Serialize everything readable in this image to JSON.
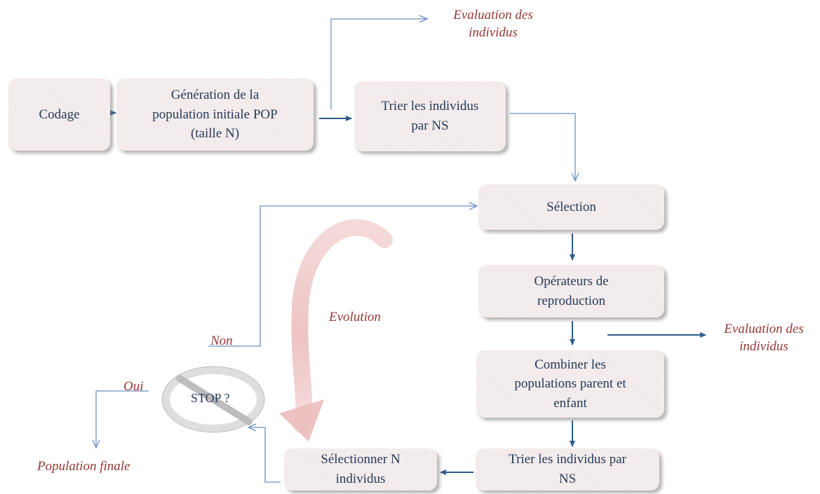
{
  "boxes": {
    "codage": "Codage",
    "generation": [
      "Génération de la",
      "population initiale POP",
      "(taille N)"
    ],
    "trier1": [
      "Trier les individus",
      "par NS"
    ],
    "selection": "Sélection",
    "operateurs": [
      "Opérateurs de",
      "reproduction"
    ],
    "combiner": [
      "Combiner les",
      "populations parent et",
      "enfant"
    ],
    "trier2": [
      "Trier les individus par",
      "NS"
    ],
    "selectionner": [
      "Sélectionner N",
      "individus"
    ]
  },
  "stop": "STOP ?",
  "notes": {
    "eval_top": [
      "Evaluation des",
      "individus"
    ],
    "eval_right": [
      "Evaluation des",
      "individus"
    ],
    "evolution": "Evolution",
    "non": "Non",
    "oui": "Oui",
    "population_finale": "Population finale"
  },
  "colors": {
    "box_fill": "#f2e9ea",
    "text": "#243b5a",
    "accent_red": "#953735",
    "arrow_dark": "#2e5b8c",
    "arrow_light": "#6b8fc4"
  }
}
